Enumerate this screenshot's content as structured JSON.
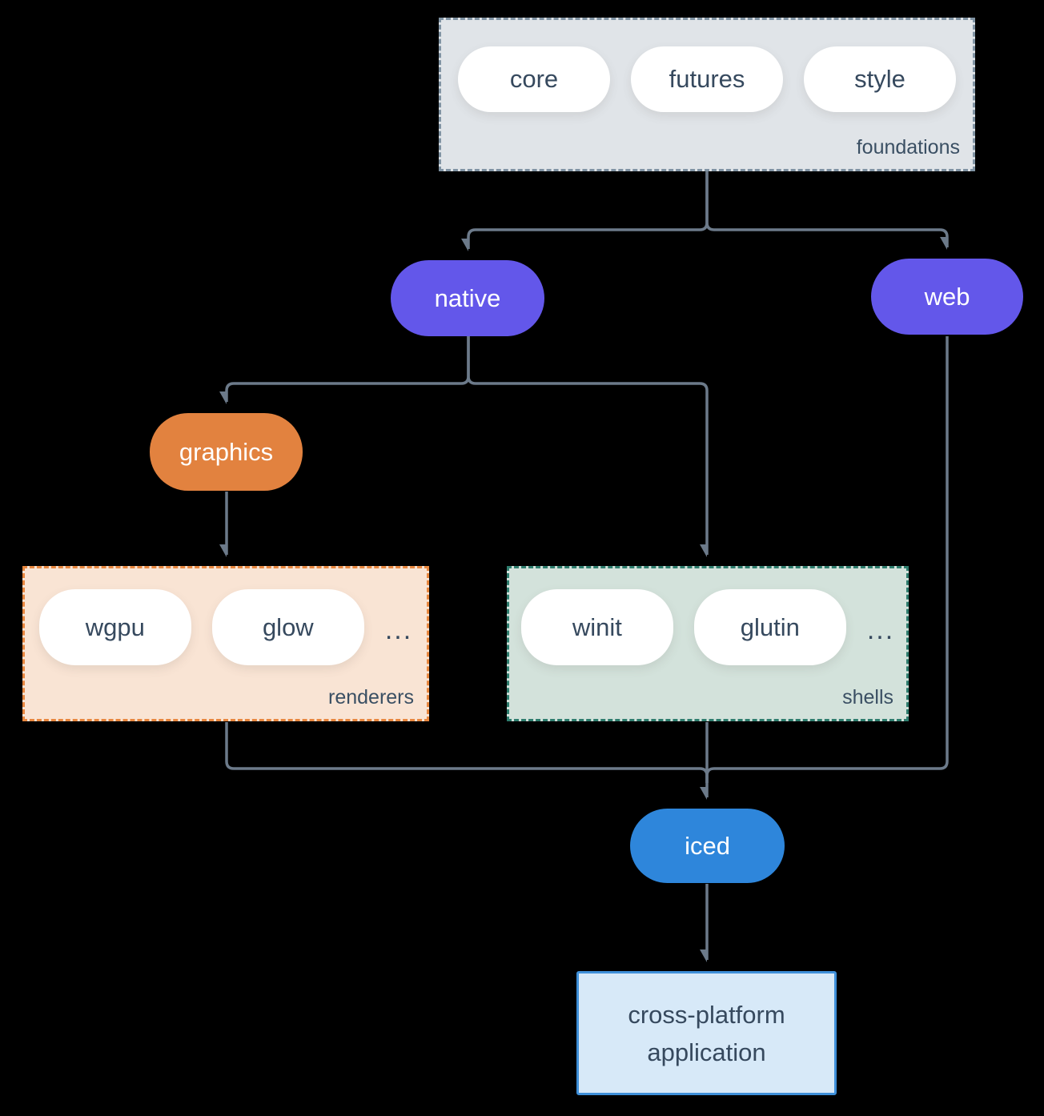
{
  "groups": {
    "foundations": {
      "label": "foundations",
      "pills": [
        "core",
        "futures",
        "style"
      ]
    },
    "renderers": {
      "label": "renderers",
      "pills": [
        "wgpu",
        "glow"
      ],
      "ellipsis": "..."
    },
    "shells": {
      "label": "shells",
      "pills": [
        "winit",
        "glutin"
      ],
      "ellipsis": "..."
    }
  },
  "nodes": {
    "native": {
      "label": "native",
      "color": "#6357EA"
    },
    "web": {
      "label": "web",
      "color": "#6357EA"
    },
    "graphics": {
      "label": "graphics",
      "color": "#E2823F"
    },
    "iced": {
      "label": "iced",
      "color": "#2E86DB"
    },
    "application": {
      "label": "cross-platform application"
    }
  },
  "colors": {
    "background": "#000000",
    "connector": "#6C7A8A",
    "foundations_fill": "#E0E4E8",
    "foundations_border": "#8093A3",
    "renderers_fill": "#F9E4D4",
    "renderers_border": "#E8873F",
    "shells_fill": "#D3E2DB",
    "shells_border": "#2E7D6E",
    "application_fill": "#D7E9F8",
    "application_border": "#3E8FD9",
    "pill_fill": "#FFFFFF",
    "dark_text": "#36495E"
  }
}
